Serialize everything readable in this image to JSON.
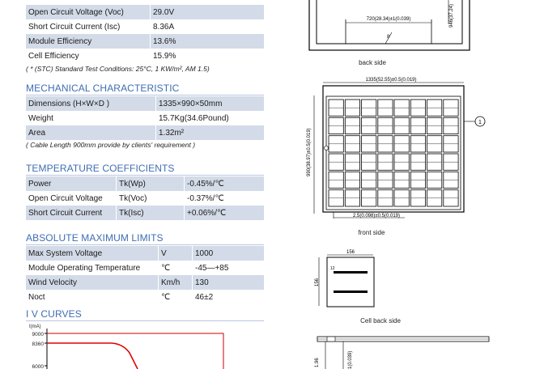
{
  "electrical": {
    "rows": [
      {
        "label": "Open Circuit Voltage (Voc)",
        "value": "29.0V"
      },
      {
        "label": "Short Circuit Current (Isc)",
        "value": "8.36A"
      },
      {
        "label": "Module Efficiency",
        "value": "13.6%"
      },
      {
        "label": "Cell Efficiency",
        "value": "15.9%"
      }
    ],
    "stc_note": "( * (STC) Standard Test Conditions: 25°C, 1 KW/m², AM 1.5)"
  },
  "mechanical": {
    "title": "MECHANICAL CHARACTERISTIC",
    "rows": [
      {
        "label": "Dimensions (H×W×D )",
        "value": "1335×990×50mm"
      },
      {
        "label": "Weight",
        "value": "15.7Kg(34.6Pound)"
      },
      {
        "label": "Area",
        "value": "1.32m²"
      }
    ],
    "note": "( Cable Length 900mm provide by clients' requirement )"
  },
  "temperature": {
    "title": "TEMPERATURE COEFFICIENTS",
    "rows": [
      {
        "label": "Power",
        "symbol": "Tk(Wp)",
        "value": "-0.45%/℃"
      },
      {
        "label": "Open Circuit Voltage",
        "symbol": "Tk(Voc)",
        "value": "-0.37%/℃"
      },
      {
        "label": "Short Circuit Current",
        "symbol": "Tk(Isc)",
        "value": "+0.06%/℃"
      }
    ]
  },
  "absolute": {
    "title": "ABSOLUTE MAXIMUM LIMITS",
    "rows": [
      {
        "label": "Max System Voltage",
        "unit": "V",
        "value": "1000"
      },
      {
        "label": "Module Operating Temperature",
        "unit": "℃",
        "value": "-45—+85"
      },
      {
        "label": "Wind Velocity",
        "unit": "Km/h",
        "value": "130"
      },
      {
        "label": "Noct",
        "unit": "℃",
        "value": "46±2"
      }
    ]
  },
  "iv": {
    "title": "I V CURVES",
    "y_unit": "I(mA)",
    "ticks": [
      "9000",
      "8360",
      "6000"
    ]
  },
  "drawings": {
    "back": {
      "dim_offset": "720(28.34)±1(0.039)",
      "dim_side": "946(37.24)",
      "hole": "8",
      "caption": "back side"
    },
    "front": {
      "dim_width": "1335(52.55)±0.5(0.019)",
      "dim_height": "990(38.97)±0.5(0.019)",
      "dim_gap": "2.5(0.098)±0.5(0.019)",
      "callout": "1",
      "caption": "front side"
    },
    "cell": {
      "dim_top": "156",
      "dim_left": "156",
      "mark": "12",
      "caption": "Cell back side"
    },
    "profile": {
      "dim_thick": "1.96",
      "dim_small": "1(0.039)"
    }
  }
}
